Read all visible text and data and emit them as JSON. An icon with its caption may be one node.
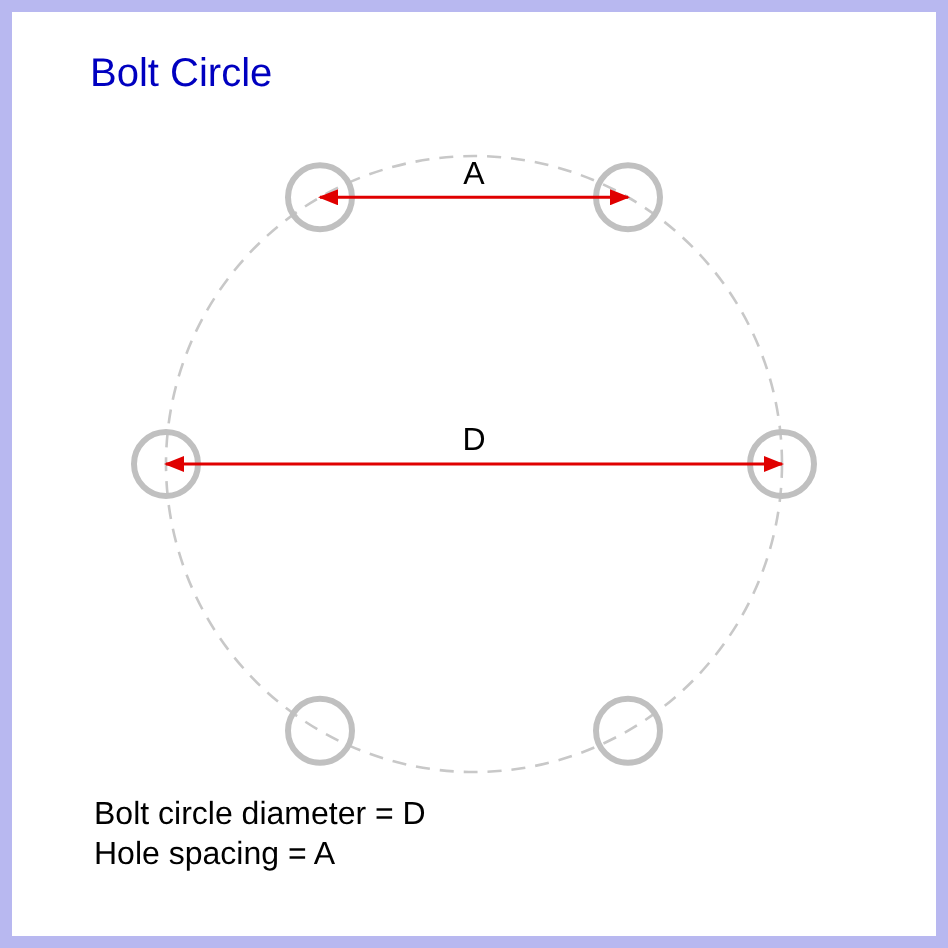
{
  "diagram": {
    "title": "Bolt Circle",
    "labels": [
      "A",
      "D",
      "Bolt circle diameter = D",
      "Hole spacing = A"
    ]
  }
}
